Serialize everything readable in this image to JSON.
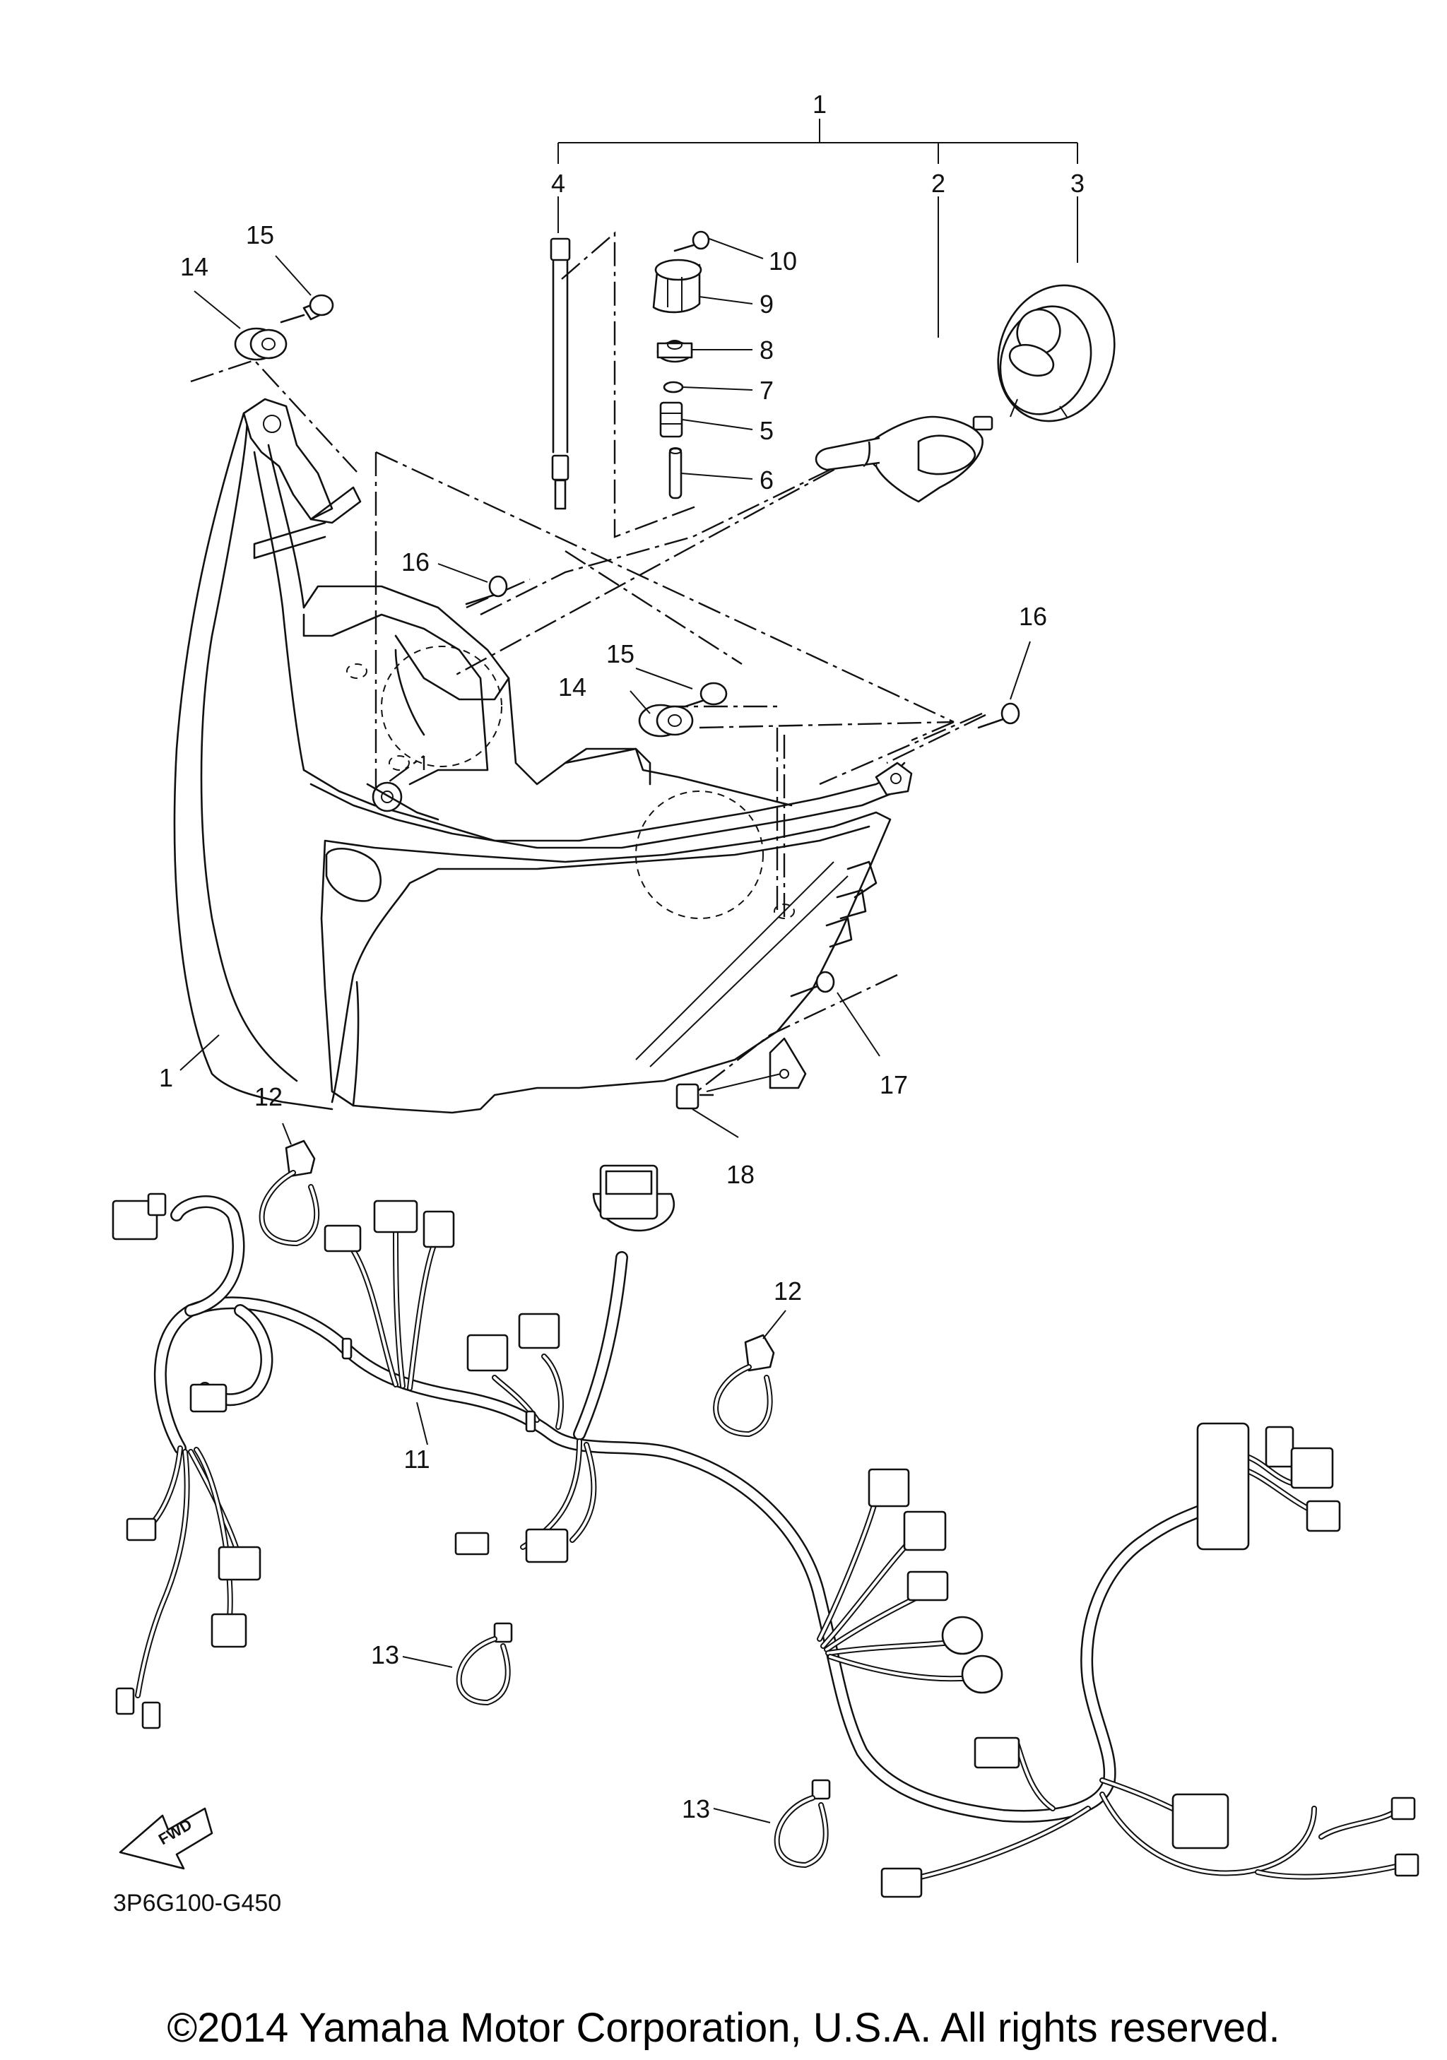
{
  "diagram": {
    "callouts": [
      {
        "id": "c1-top",
        "text": "1"
      },
      {
        "id": "c2",
        "text": "2"
      },
      {
        "id": "c3",
        "text": "3"
      },
      {
        "id": "c4",
        "text": "4"
      },
      {
        "id": "c5",
        "text": "5"
      },
      {
        "id": "c6",
        "text": "6"
      },
      {
        "id": "c7",
        "text": "7"
      },
      {
        "id": "c8",
        "text": "8"
      },
      {
        "id": "c9",
        "text": "9"
      },
      {
        "id": "c10",
        "text": "10"
      },
      {
        "id": "c14-top",
        "text": "14"
      },
      {
        "id": "c15-top",
        "text": "15"
      },
      {
        "id": "c16-left",
        "text": "16"
      },
      {
        "id": "c15-mid",
        "text": "15"
      },
      {
        "id": "c14-mid",
        "text": "14"
      },
      {
        "id": "c16-right",
        "text": "16"
      },
      {
        "id": "c1-left",
        "text": "1"
      },
      {
        "id": "c17",
        "text": "17"
      },
      {
        "id": "c12-left",
        "text": "12"
      },
      {
        "id": "c18",
        "text": "18"
      },
      {
        "id": "c12-right",
        "text": "12"
      },
      {
        "id": "c11",
        "text": "11"
      },
      {
        "id": "c13-left",
        "text": "13"
      },
      {
        "id": "c13-bottom",
        "text": "13"
      }
    ],
    "diagram_code": "3P6G100-G450",
    "fwd_label": "FWD",
    "copyright": "©2014 Yamaha Motor Corporation, U.S.A. All rights reserved."
  }
}
